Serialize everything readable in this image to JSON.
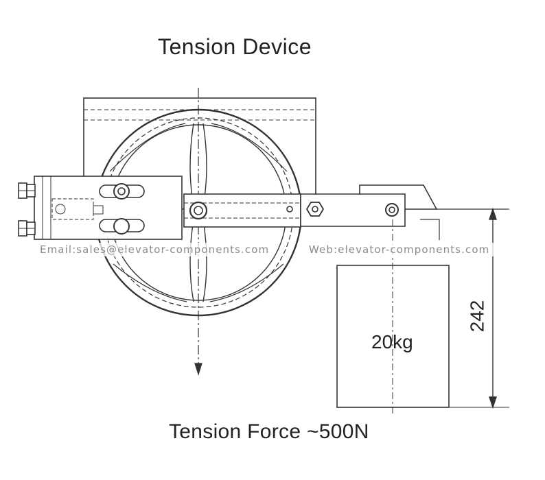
{
  "diagram": {
    "title": "Tension Device",
    "force_label": "Tension Force ~500N",
    "weight_label": "20kg",
    "dimension_label": "242"
  },
  "watermark": {
    "email": "Email:sales@elevator-components.com",
    "web": "Web:elevator-components.com"
  },
  "colors": {
    "line": "#333333",
    "text": "#222222",
    "watermark": "#8a8a8a"
  }
}
